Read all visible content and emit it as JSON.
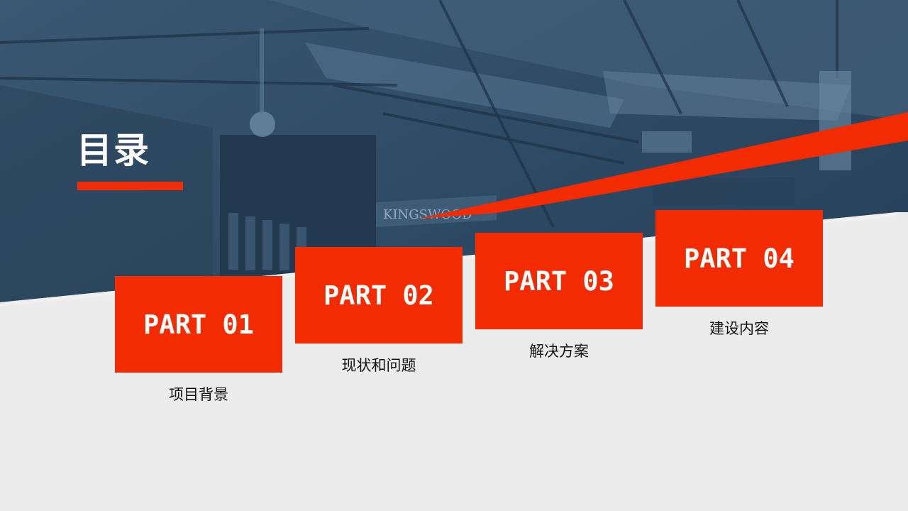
{
  "title": "目录",
  "colors": {
    "accent": "#f22b00",
    "photo_tint": "#2c4660",
    "background": "#ececec"
  },
  "parts": [
    {
      "label": "PART 01",
      "subtitle": "项目背景"
    },
    {
      "label": "PART 02",
      "subtitle": "现状和问题"
    },
    {
      "label": "PART 03",
      "subtitle": "解决方案"
    },
    {
      "label": "PART 04",
      "subtitle": "建设内容"
    }
  ]
}
